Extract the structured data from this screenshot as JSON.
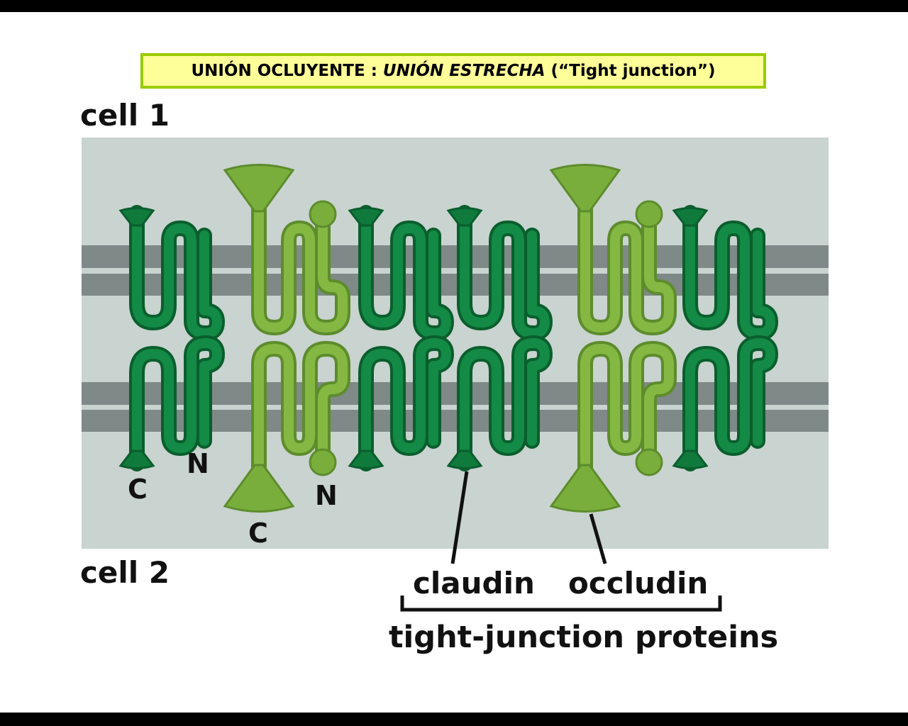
{
  "title": {
    "part1": "UNIÓN OCLUYENTE : ",
    "part2": "UNIÓN ESTRECHA",
    "part3": " (“Tight junction”)"
  },
  "labels": {
    "cell1": "cell 1",
    "cell2": "cell 2",
    "c_left": "C",
    "n_left": "N",
    "c_occludin": "C",
    "n_occludin": "N",
    "claudin": "claudin",
    "occludin": "occludin",
    "group": "tight-junction proteins"
  },
  "colors": {
    "claudin": "#0f7a3c",
    "occludin": "#7aae3c",
    "membrane": "#7f8987",
    "background": "#c9d3cf",
    "title_bg": "#ffff99",
    "title_border": "#99cc00"
  }
}
